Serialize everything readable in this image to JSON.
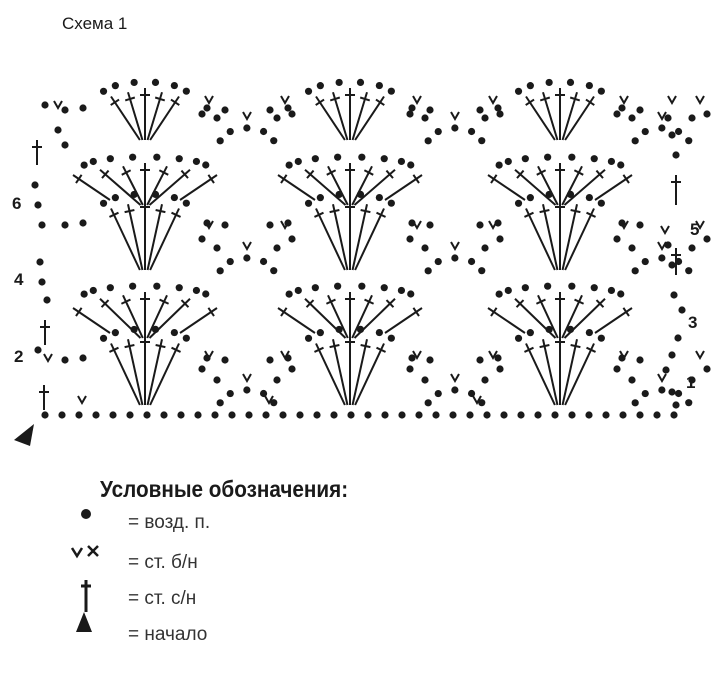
{
  "title": "Схема 1",
  "row_numbers_left": [
    "6",
    "4",
    "2"
  ],
  "row_numbers_right": [
    "5",
    "3",
    "1"
  ],
  "legend": {
    "heading": "Условные обозначения:",
    "items": [
      {
        "symbol": "chain-dot",
        "text": "= возд. п."
      },
      {
        "symbol": "single-crochet",
        "text": "= ст. б/н"
      },
      {
        "symbol": "double-crochet",
        "text": "= ст. с/н"
      },
      {
        "symbol": "start-triangle",
        "text": "= начало"
      }
    ]
  },
  "colors": {
    "ink": "#1a1a1a",
    "background": "#ffffff"
  }
}
